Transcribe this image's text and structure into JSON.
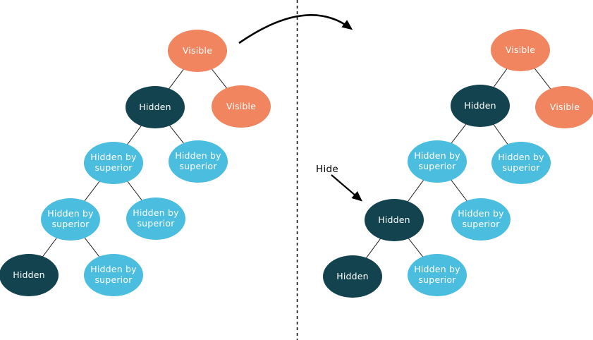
{
  "colors": {
    "visible": "#F0855F",
    "hidden": "#12434F",
    "hidden_by_superior": "#4BBDDE",
    "node_text": "#FFFFFF",
    "line": "#000000"
  },
  "left_tree": {
    "nodes": [
      {
        "label": "Visible",
        "state": "visible"
      },
      {
        "label": "Hidden",
        "state": "hidden"
      },
      {
        "label": "Visible",
        "state": "visible"
      },
      {
        "label": "Hidden by superior",
        "state": "hidden_by_superior"
      },
      {
        "label": "Hidden by superior",
        "state": "hidden_by_superior"
      },
      {
        "label": "Hidden by superior",
        "state": "hidden_by_superior"
      },
      {
        "label": "Hidden by superior",
        "state": "hidden_by_superior"
      },
      {
        "label": "Hidden",
        "state": "hidden"
      },
      {
        "label": "Hidden by superior",
        "state": "hidden_by_superior"
      }
    ]
  },
  "right_tree": {
    "nodes": [
      {
        "label": "Visible",
        "state": "visible"
      },
      {
        "label": "Hidden",
        "state": "hidden"
      },
      {
        "label": "Visible",
        "state": "visible"
      },
      {
        "label": "Hidden by superior",
        "state": "hidden_by_superior"
      },
      {
        "label": "Hidden by superior",
        "state": "hidden_by_superior"
      },
      {
        "label": "Hidden",
        "state": "hidden"
      },
      {
        "label": "Hidden by superior",
        "state": "hidden_by_superior"
      },
      {
        "label": "Hidden",
        "state": "hidden"
      },
      {
        "label": "Hidden by superior",
        "state": "hidden_by_superior"
      }
    ]
  },
  "annotation": {
    "hide_label": "Hide"
  }
}
